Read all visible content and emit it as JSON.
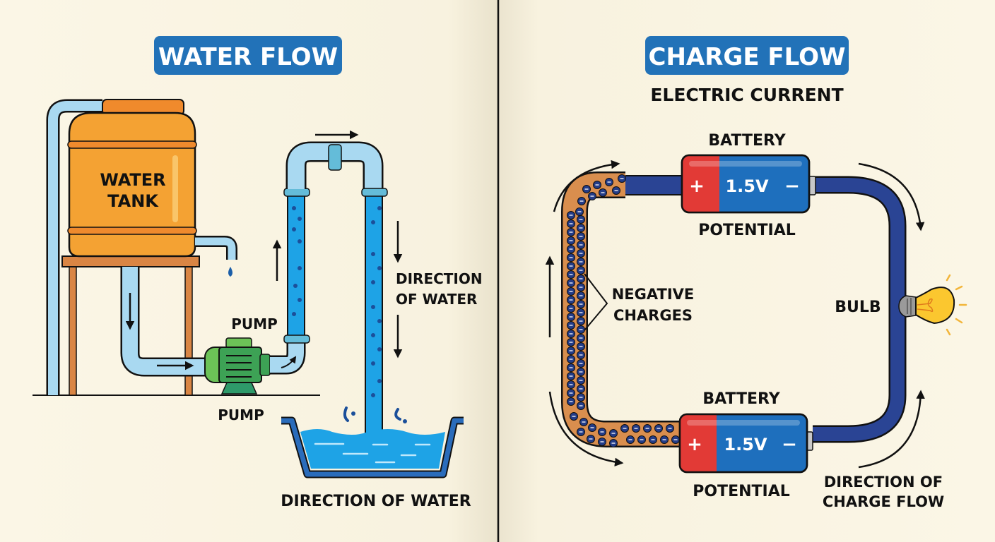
{
  "water_panel": {
    "title": "WATER FLOW",
    "tank_label_line1": "WATER",
    "tank_label_line2": "TANK",
    "pump_label_top": "PUMP",
    "pump_label_bottom": "PUMP",
    "direction_label_line1": "DIRECTION",
    "direction_label_line2": "OF WATER",
    "basin_label": "DIRECTION OF WATER"
  },
  "charge_panel": {
    "title": "CHARGE FLOW",
    "subtitle": "ELECTRIC CURRENT",
    "top_battery": {
      "label": "BATTERY",
      "plus": "+",
      "voltage": "1.5V",
      "minus": "−",
      "caption": "POTENTIAL"
    },
    "bottom_battery": {
      "label": "BATTERY",
      "plus": "+",
      "voltage": "1.5V",
      "minus": "−",
      "caption": "POTENTIAL"
    },
    "charges_label_line1": "NEGATIVE",
    "charges_label_line2": "CHARGES",
    "charge_symbol": "−",
    "bulb_label": "BULB",
    "direction_label_line1": "DIRECTION OF",
    "direction_label_line2": "CHARGE FLOW"
  },
  "colors": {
    "background": "#fbf6e6",
    "title_badge": "#2272b8",
    "tank_orange": "#f4a233",
    "pipe_light": "#a9d9f1",
    "water_blue": "#1ea3e6",
    "pump_green": "#5bb54a",
    "wire_blue": "#2a4494",
    "copper": "#d98e4e",
    "electron": "#233c88",
    "battery_red": "#e23a36",
    "battery_blue": "#1e6fbd",
    "bulb_yellow": "#fbc72f"
  }
}
